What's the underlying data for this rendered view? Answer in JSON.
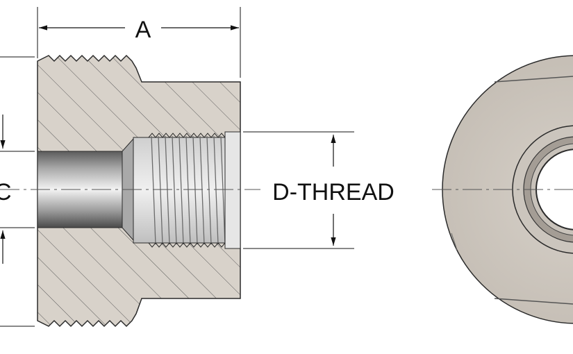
{
  "labels": {
    "dim_a": "A",
    "dim_c": "C",
    "dim_d": "D-THREAD"
  },
  "colors": {
    "section_fill": "#d8d2ca",
    "hatch": "#5a5a5a",
    "outline": "#2a2a2a",
    "dimension": "#111111",
    "bore_dark": "#4f4f4f",
    "bore_light": "#f2f2f2",
    "end_face": "#bdb6ad"
  },
  "views": {
    "left": "section-view",
    "right": "end-view"
  }
}
